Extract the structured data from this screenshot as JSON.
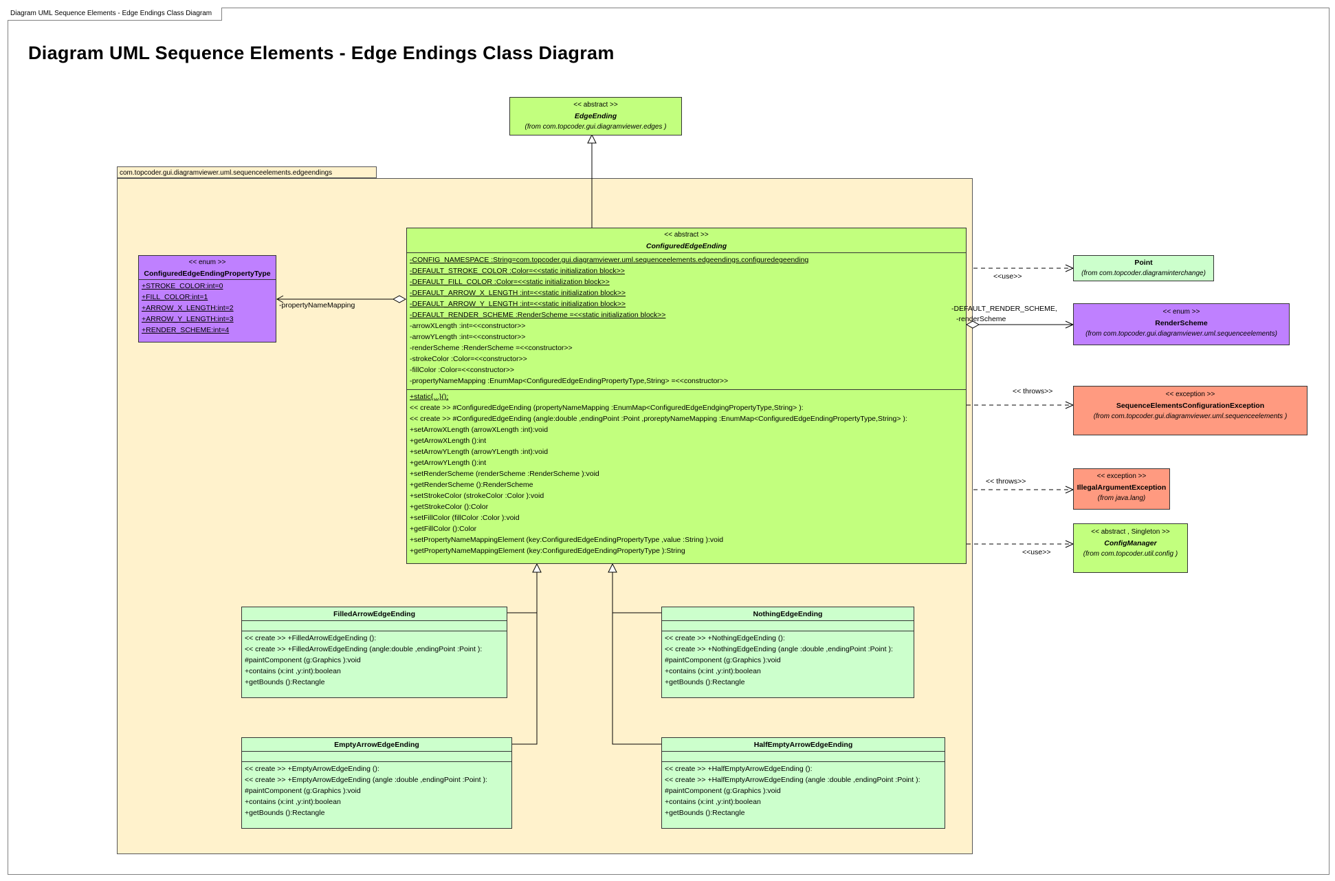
{
  "frame_tab": "Diagram UML Sequence Elements - Edge Endings Class Diagram",
  "title": "Diagram UML Sequence Elements - Edge Endings Class Diagram",
  "package_name": "com.topcoder.gui.diagramviewer.uml.sequenceelements.edgeendings",
  "edge_ending": {
    "stereotype": "<< abstract >>",
    "name": "EdgeEnding",
    "from": "(from  com.topcoder.gui.diagramviewer.edges      )"
  },
  "configured": {
    "stereotype": "<< abstract >>",
    "name": "ConfiguredEdgeEnding",
    "static_attributes": [
      "-CONFIG_NAMESPACE  :String=com.topcoder.gui.diagramviewer.uml.sequenceelements.edgeendings.configuredegeending",
      "-DEFAULT_STROKE_COLOR    :Color=<<static initialization block>>",
      "-DEFAULT_FILL_COLOR    :Color=<<static initialization block>>",
      "-DEFAULT_ARROW_X_LENGTH    :int=<<static initialization block>>",
      "-DEFAULT_ARROW_Y_LENGTH    :int=<<static initialization block>>",
      "-DEFAULT_RENDER_SCHEME    :RenderScheme  =<<static initialization block>>"
    ],
    "attributes": [
      "-arrowXLength  :int=<<constructor>>",
      "-arrowYLength  :int=<<constructor>>",
      "-renderScheme  :RenderScheme  =<<constructor>>",
      "-strokeColor :Color=<<constructor>>",
      "-fillColor :Color=<<constructor>>",
      "-propertyNameMapping    :EnumMap<ConfiguredEdgeEndingPropertyType,String>         =<<constructor>>"
    ],
    "static_op": "+static{...}();",
    "operations": [
      "<< create  >> #ConfiguredEdgeEnding    (propertyNameMapping    :EnumMap<ConfiguredEdgeEndgingPropertyType,String>        ):",
      "<< create  >> #ConfiguredEdgeEnding    (angle:double ,endingPoint  :Point ,proreptyNameMapping    :EnumMap<ConfiguredEdgeEndingPropertyType,String>        ):",
      "+setArrowXLength  (arrowXLength  :int):void",
      "+getArrowXLength  ():int",
      "+setArrowYLength  (arrowYLength  :int):void",
      "+getArrowYLength  ():int",
      "+setRenderScheme  (renderScheme  :RenderScheme  ):void",
      "+getRenderScheme  ():RenderScheme",
      "+setStrokeColor  (strokeColor  :Color ):void",
      "+getStrokeColor  ():Color",
      "+setFillColor  (fillColor :Color ):void",
      "+getFillColor  ():Color",
      "+setPropertyNameMappingElement     (key:ConfiguredEdgeEndingPropertyType      ,value :String ):void",
      "+getPropertyNameMappingElement     (key:ConfiguredEdgeEndingPropertyType      ):String"
    ]
  },
  "prop_type": {
    "stereotype": "<< enum >>",
    "name": "ConfiguredEdgeEndingPropertyType",
    "literals": [
      "+STROKE_COLOR:int=0",
      "+FILL_COLOR:int=1",
      "+ARROW_X_LENGTH:int=2",
      "+ARROW_Y_LENGTH:int=3",
      "+RENDER_SCHEME:int=4"
    ]
  },
  "point": {
    "name": "Point",
    "from": "(from com.topcoder.diagraminterchange)"
  },
  "render_scheme": {
    "stereotype": "<< enum >>",
    "name": "RenderScheme",
    "from": "(from com.topcoder.gui.diagramviewer.uml.sequenceelements)"
  },
  "seq_exc": {
    "stereotype": "<< exception >>",
    "name": "SequenceElementsConfigurationException",
    "from": "(from  com.topcoder.gui.diagramviewer.uml.sequenceelements          )"
  },
  "iae": {
    "stereotype": "<< exception >>",
    "name": "IllegalArgumentException",
    "from": "(from java.lang)"
  },
  "config_manager": {
    "stereotype": "<< abstract  , Singleton  >>",
    "name": "ConfigManager",
    "from": "(from  com.topcoder.util.config    )"
  },
  "filled": {
    "name": "FilledArrowEdgeEnding",
    "operations": [
      "<< create  >> +FilledArrowEdgeEnding    ():",
      "<< create  >> +FilledArrowEdgeEnding    (angle:double ,endingPoint :Point ):",
      "#paintComponent  (g:Graphics ):void",
      "+contains (x:int ,y:int):boolean",
      "+getBounds ():Rectangle"
    ]
  },
  "nothing": {
    "name": "NothingEdgeEnding",
    "operations": [
      "<< create  >> +NothingEdgeEnding   ():",
      "<< create  >> +NothingEdgeEnding   (angle :double ,endingPoint :Point ):",
      "#paintComponent  (g:Graphics ):void",
      "+contains (x:int ,y:int):boolean",
      "+getBounds ():Rectangle"
    ]
  },
  "empty": {
    "name": "EmptyArrowEdgeEnding",
    "operations": [
      "<< create  >> +EmptyArrowEdgeEnding    ():",
      "<< create  >> +EmptyArrowEdgeEnding    (angle :double ,endingPoint  :Point ):",
      "#paintComponent  (g:Graphics ):void",
      "+contains (x:int ,y:int):boolean",
      "+getBounds ():Rectangle"
    ]
  },
  "half_empty": {
    "name": "HalfEmptyArrowEdgeEnding",
    "operations": [
      "<< create  >> +HalfEmptyArrowEdgeEnding     ():",
      "<< create  >> +HalfEmptyArrowEdgeEnding     (angle :double ,endingPoint :Point ):",
      "#paintComponent  (g:Graphics ):void",
      "+contains (x:int ,y:int):boolean",
      "+getBounds ():Rectangle"
    ]
  },
  "labels": {
    "property_name_mapping": "-propertyNameMapping",
    "use1": "<<use>>",
    "default_render_scheme": "-DEFAULT_RENDER_SCHEME,",
    "render_scheme_role": "-renderScheme",
    "throws1": "<< throws>>",
    "throws2": "<< throws>>",
    "use2": "<<use>>"
  },
  "colors": {
    "abstract_class": "#c2ff7e",
    "concrete_class": "#ccffcc",
    "enum": "#bf80ff",
    "exception": "#ff9a80",
    "package": "#fff2cc"
  }
}
